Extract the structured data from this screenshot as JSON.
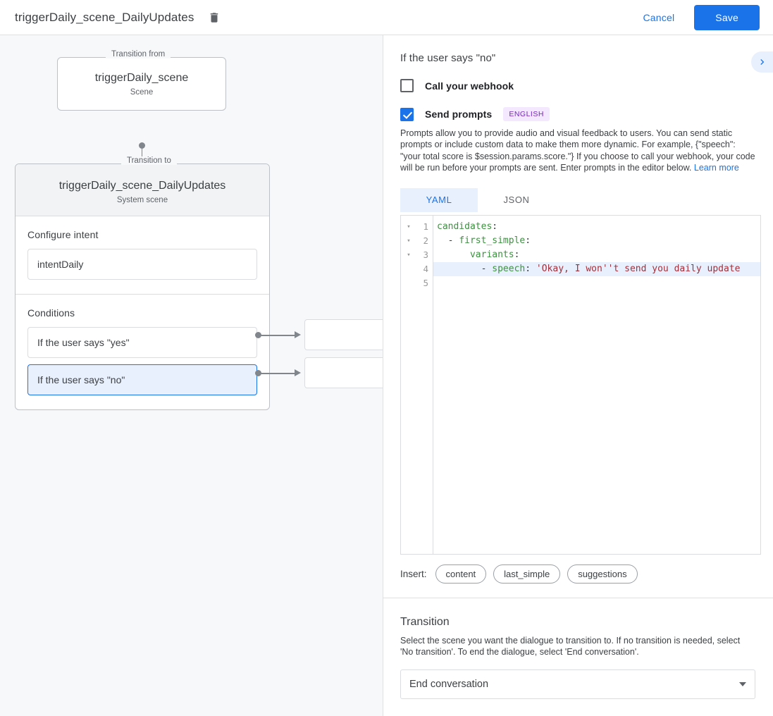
{
  "topbar": {
    "title": "triggerDaily_scene_DailyUpdates",
    "delete_icon": "trash-icon",
    "cancel_label": "Cancel",
    "save_label": "Save",
    "accent_color": "#1a73e8"
  },
  "graph": {
    "from": {
      "legend": "Transition from",
      "name": "triggerDaily_scene",
      "type": "Scene"
    },
    "to": {
      "legend": "Transition to",
      "name": "triggerDaily_scene_DailyUpdates",
      "type": "System scene"
    },
    "intent_section": {
      "label": "Configure intent",
      "value": "intentDaily"
    },
    "conditions_section": {
      "label": "Conditions",
      "items": [
        {
          "label": "If the user says \"yes\"",
          "selected": false
        },
        {
          "label": "If the user says \"no\"",
          "selected": true
        }
      ]
    },
    "stub_boxes": 2
  },
  "panel": {
    "title": "If the user says \"no\"",
    "collapse_icon": "chevron-right-icon",
    "webhook": {
      "label": "Call your webhook",
      "checked": false
    },
    "prompts": {
      "label": "Send prompts",
      "checked": true,
      "language_badge": "ENGLISH",
      "badge_bg": "#f3e8fd",
      "badge_fg": "#7627bb",
      "description": "Prompts allow you to provide audio and visual feedback to users. You can send static prompts or include custom data to make them more dynamic. For example, {\"speech\": \"your total score is $session.params.score.\"} If you choose to call your webhook, your code will be run before your prompts are sent. Enter prompts in the editor below.",
      "learn_more": "Learn more"
    },
    "editor": {
      "tabs": [
        {
          "label": "YAML",
          "active": true
        },
        {
          "label": "JSON",
          "active": false
        }
      ],
      "lines": [
        {
          "num": "1",
          "fold": "▾",
          "active": false,
          "tokens": [
            {
              "t": "candidates",
              "c": "k"
            },
            {
              "t": ":",
              "c": "p"
            }
          ]
        },
        {
          "num": "2",
          "fold": "▾",
          "active": false,
          "tokens": [
            {
              "t": "  - ",
              "c": "p"
            },
            {
              "t": "first_simple",
              "c": "k"
            },
            {
              "t": ":",
              "c": "p"
            }
          ]
        },
        {
          "num": "3",
          "fold": "▾",
          "active": false,
          "tokens": [
            {
              "t": "      ",
              "c": "p"
            },
            {
              "t": "variants",
              "c": "k"
            },
            {
              "t": ":",
              "c": "p"
            }
          ]
        },
        {
          "num": "4",
          "fold": "",
          "active": true,
          "tokens": [
            {
              "t": "        - ",
              "c": "p"
            },
            {
              "t": "speech",
              "c": "k"
            },
            {
              "t": ": ",
              "c": "p"
            },
            {
              "t": "'Okay, I won''t send you daily update",
              "c": "s"
            }
          ]
        },
        {
          "num": "5",
          "fold": "",
          "active": false,
          "tokens": []
        }
      ]
    },
    "insert": {
      "label": "Insert:",
      "pills": [
        "content",
        "last_simple",
        "suggestions"
      ]
    },
    "transition": {
      "title": "Transition",
      "description": "Select the scene you want the dialogue to transition to. If no transition is needed, select 'No transition'. To end the dialogue, select 'End conversation'.",
      "selected_value": "End conversation",
      "caret_icon": "chevron-down-icon"
    }
  }
}
